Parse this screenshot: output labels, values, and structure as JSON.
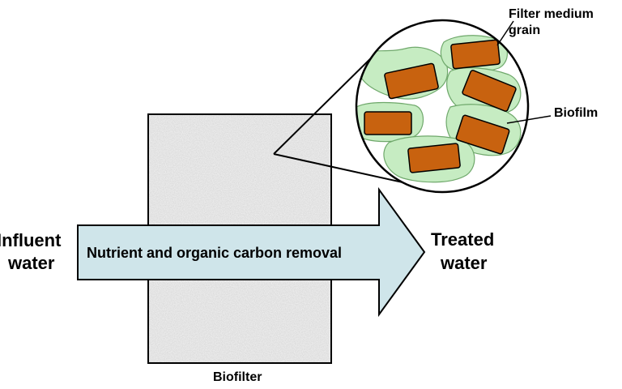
{
  "labels": {
    "influent_line1": "Influent",
    "influent_line2": "water",
    "process": "Nutrient and organic carbon removal",
    "treated_line1": "Treated",
    "treated_line2": "water",
    "biofilter": "Biofilter",
    "filter_medium_line1": "Filter medium",
    "filter_medium_line2": "grain",
    "biofilm": "Biofilm"
  },
  "colors": {
    "arrow_fill": "#cfe5ea",
    "biofilter_fill": "#ededed",
    "biofilm_fill": "#c6ecc2",
    "grain_fill": "#c8620f",
    "outline": "#000000"
  }
}
